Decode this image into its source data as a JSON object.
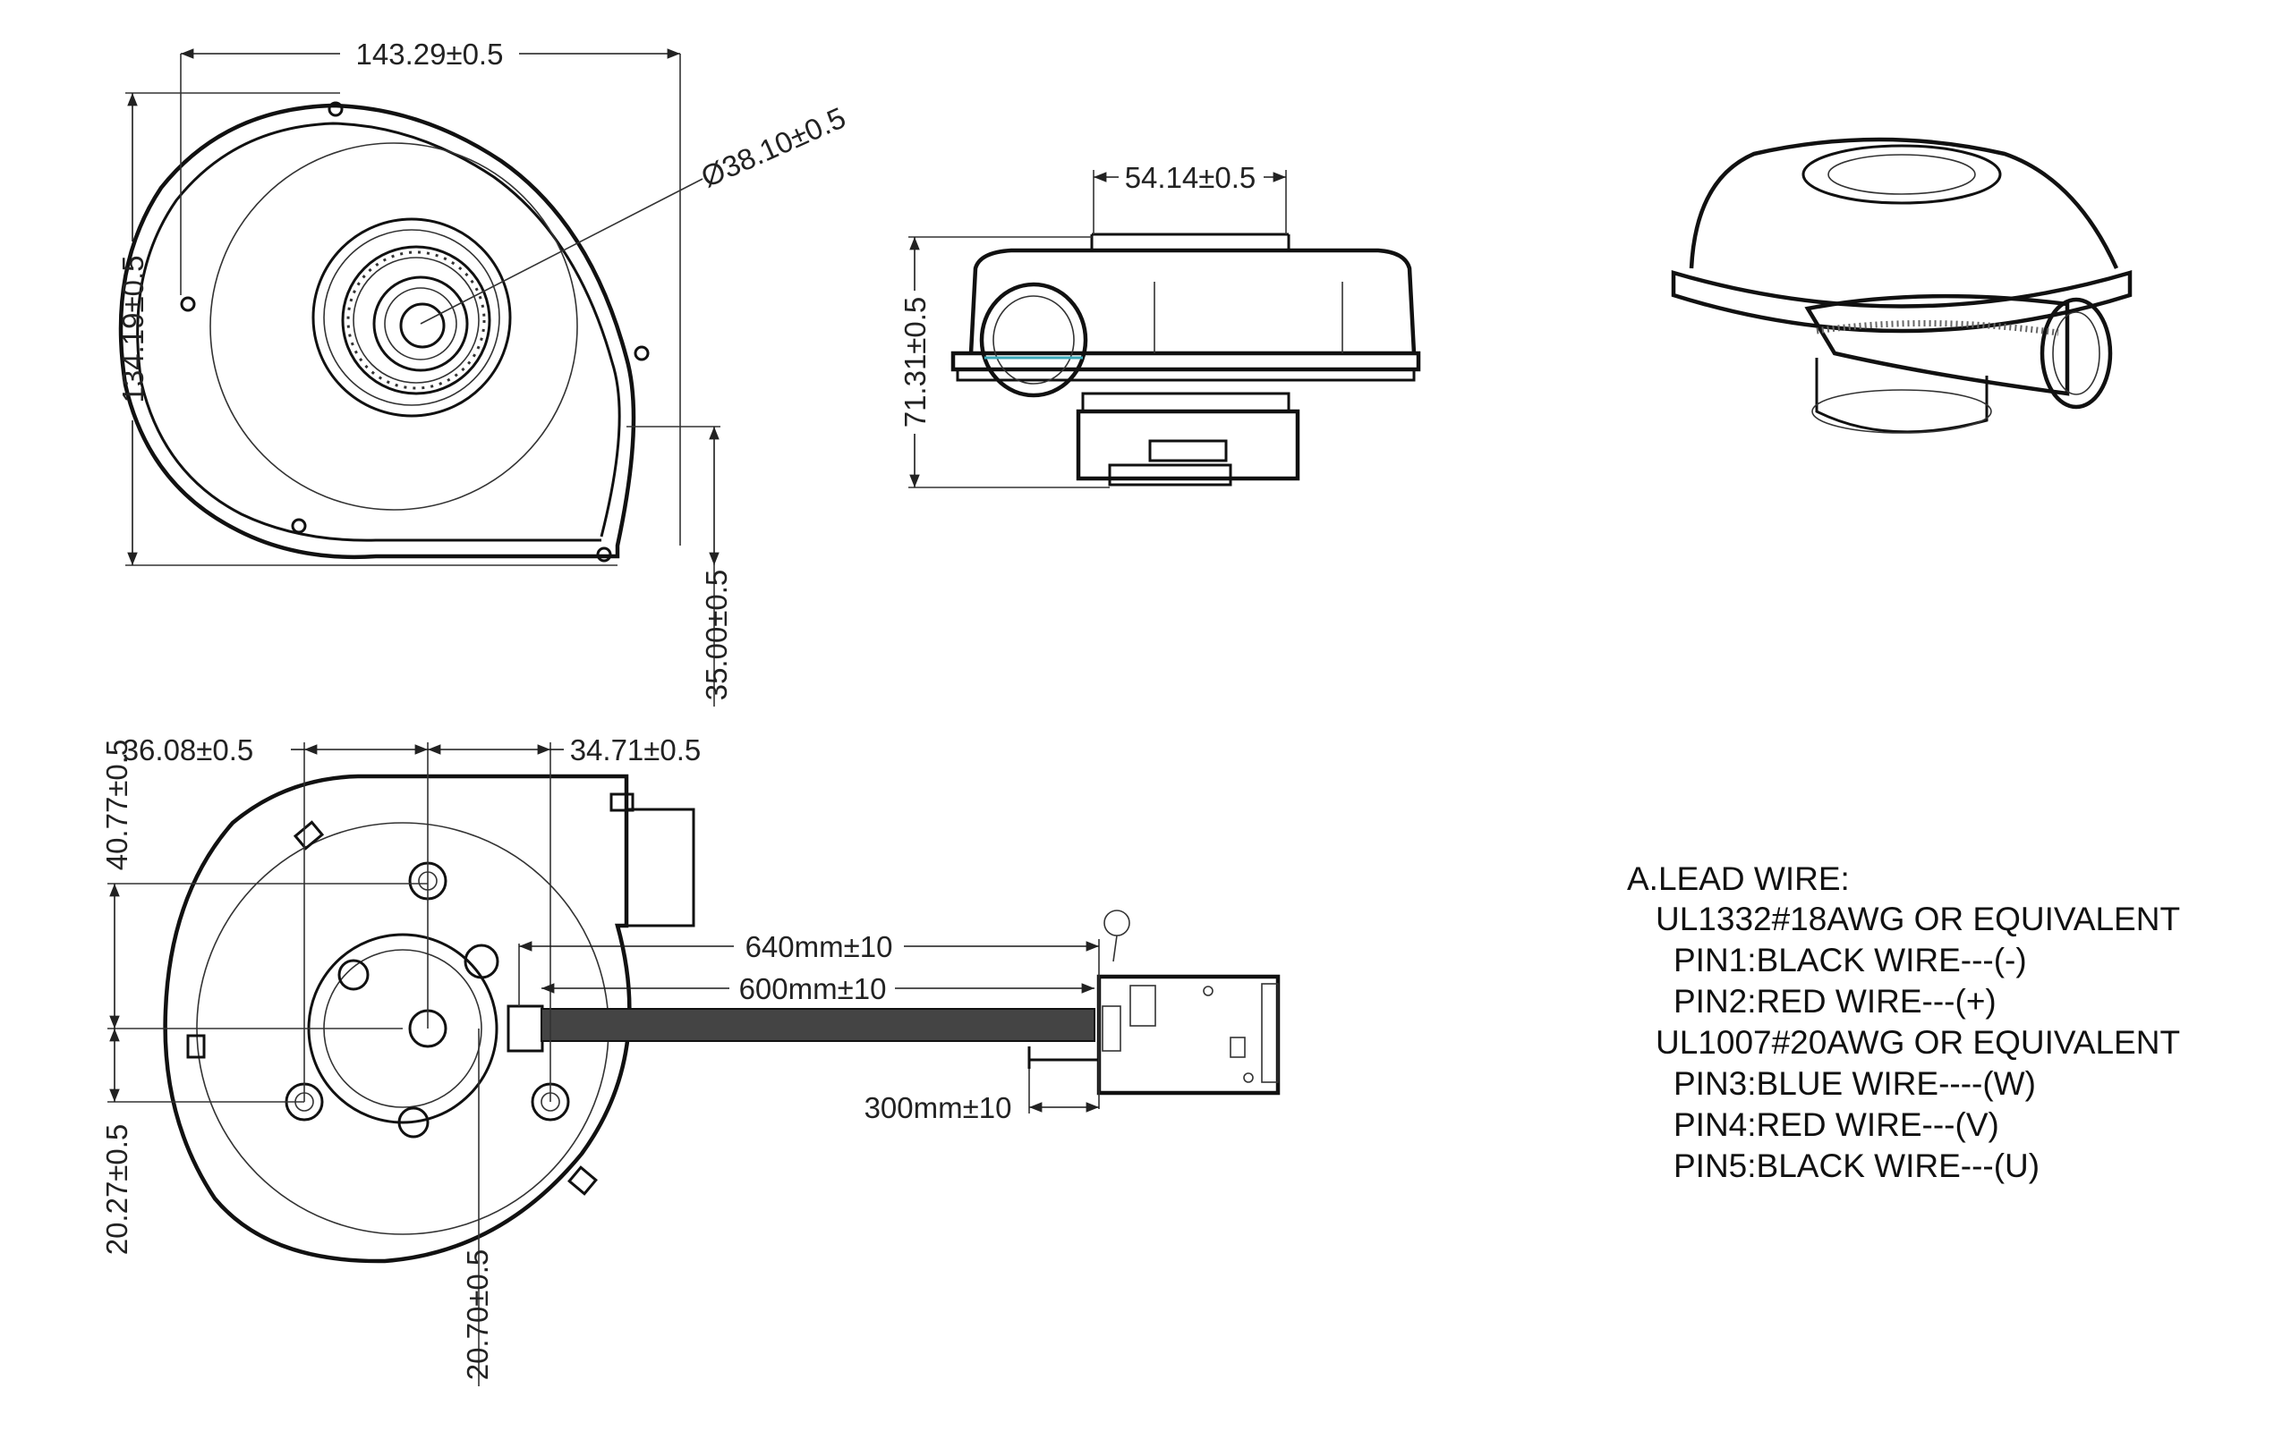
{
  "dimensions": {
    "top_width": "143.29±0.5",
    "top_diameter": "Ø38.10±0.5",
    "top_height": "134.19±0.5",
    "top_outlet_offset": "35.00±0.5",
    "side_outlet_width": "54.14±0.5",
    "side_height": "71.31±0.5",
    "bottom_left_offset": "36.08±0.5",
    "bottom_right_offset": "34.71±0.5",
    "bottom_top_offset": "40.77±0.5",
    "bottom_lower_offset": "20.27±0.5",
    "bottom_center_offset": "20.70±0.5",
    "wire_640": "640mm±10",
    "wire_600": "600mm±10",
    "wire_300": "300mm±10"
  },
  "lead_wire": {
    "title": "A.LEAD WIRE:",
    "lines": [
      "UL1332#18AWG OR EQUIVALENT",
      "PIN1:BLACK WIRE---(-)",
      "PIN2:RED WIRE---(+)",
      "UL1007#20AWG OR EQUIVALENT",
      "PIN3:BLUE WIRE----(W)",
      "PIN4:RED  WIRE---(V)",
      "PIN5:BLACK WIRE---(U)"
    ]
  }
}
